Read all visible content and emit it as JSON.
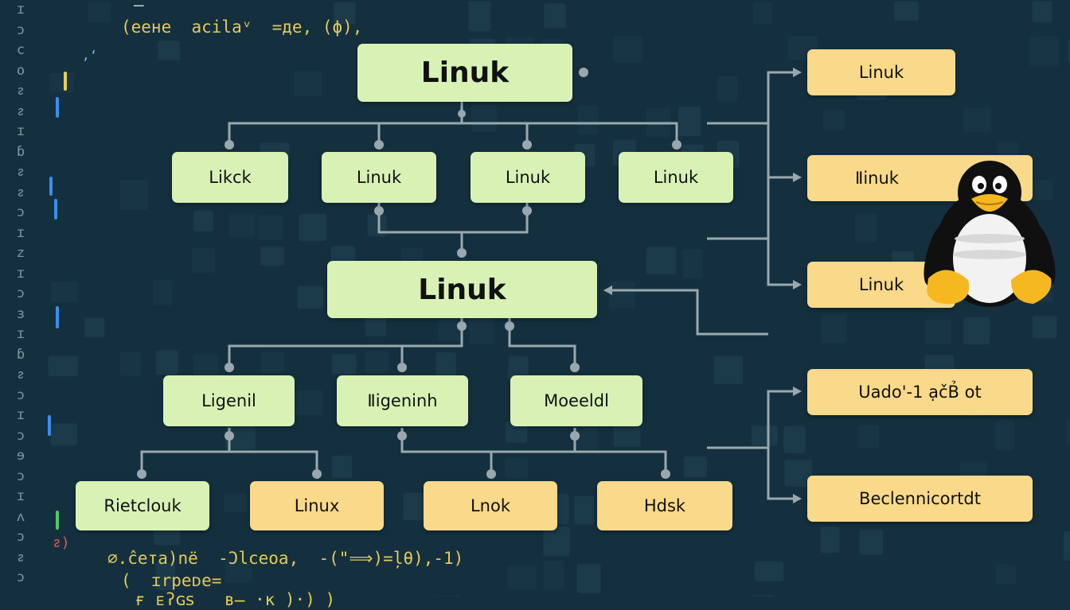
{
  "code": {
    "top_dash": "–",
    "top_line": "(eене  acilаᵛ  =дe, (ϕ),",
    "top_small": ",ʻ",
    "bottom_line_1": "∅.ĉeтa)nё  -Ɔlceoa,  -(\"⟹)=ļθ),-1)",
    "bottom_line_2": "(  ɪrpeᴅe=",
    "bottom_line_3": "ғ ᴇʔɢꜱ   в̶ ·ĸ )·) )"
  },
  "gutter_chars": [
    "ɪ",
    "ɔ",
    "c",
    "o",
    "ᴤ",
    "ᴤ",
    "ɪ",
    "ɓ",
    "ᴤ",
    "ᴤ",
    "ɔ",
    "ɪ",
    "ᴢ",
    "ɪ",
    "ɔ",
    "ɜ",
    "ɪ",
    "ɓ",
    "ᴤ",
    "ɔ",
    "ɪ",
    "ɔ",
    "ɘ",
    "ɔ",
    "ɪ",
    "ᴧ",
    "ɔ",
    "ᴤ",
    "ɔ"
  ],
  "gutter_bottom": "ᴤ)",
  "nodes": {
    "root_1": "Linuk",
    "l1_a": "Likck",
    "l1_b": "Linuk",
    "l1_c": "Linuk",
    "l1_d": "Linuk",
    "root_2": "Linuk",
    "l2_a": "Ligenil",
    "l2_b": "Ⅱigeninh",
    "l2_c": "Moeeldl",
    "l3_a": "Rietclouk",
    "l3_b": "Linux",
    "l3_c": "Lnok",
    "l3_d": "Hdsk",
    "side_1": "Linuk",
    "side_2": "Ⅱinuk",
    "side_3": "Linuk",
    "side_4": "Uado'-1 ạčB̉ ot",
    "side_5": "Beclennicortdt"
  },
  "colors": {
    "background": "#14303f",
    "green_node": "#d8f2b6",
    "yellow_node": "#f9d98a",
    "connector": "#9aa8ae"
  },
  "icons": {
    "mascot": "penguin-mascot-icon"
  }
}
